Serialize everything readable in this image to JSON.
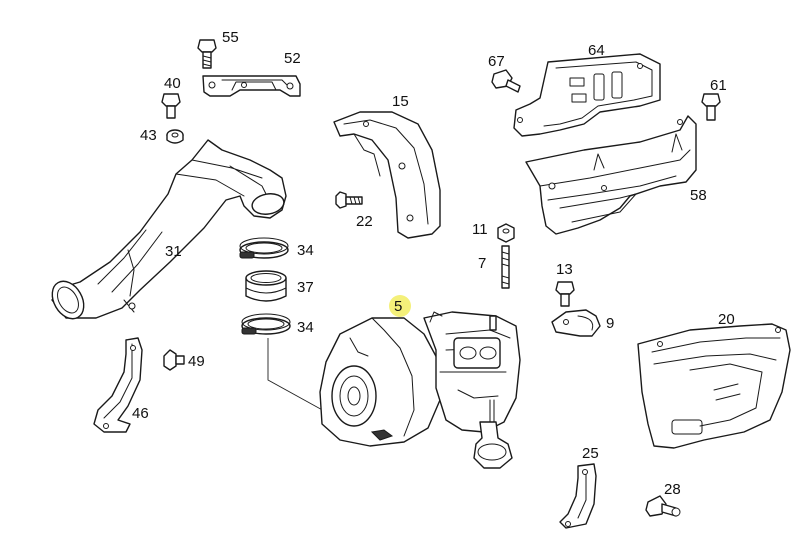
{
  "diagram": {
    "highlight_color": "#f4f07a",
    "highlighted_callout": "5",
    "callouts": {
      "c55": "55",
      "c52": "52",
      "c40": "40",
      "c43": "43",
      "c31": "31",
      "c15": "15",
      "c22": "22",
      "c67": "67",
      "c64": "64",
      "c61": "61",
      "c58": "58",
      "c11": "11",
      "c7": "7",
      "c13": "13",
      "c9": "9",
      "c34a": "34",
      "c37": "37",
      "c34b": "34",
      "c5": "5",
      "c49": "49",
      "c46": "46",
      "c20": "20",
      "c25": "25",
      "c28": "28"
    }
  }
}
